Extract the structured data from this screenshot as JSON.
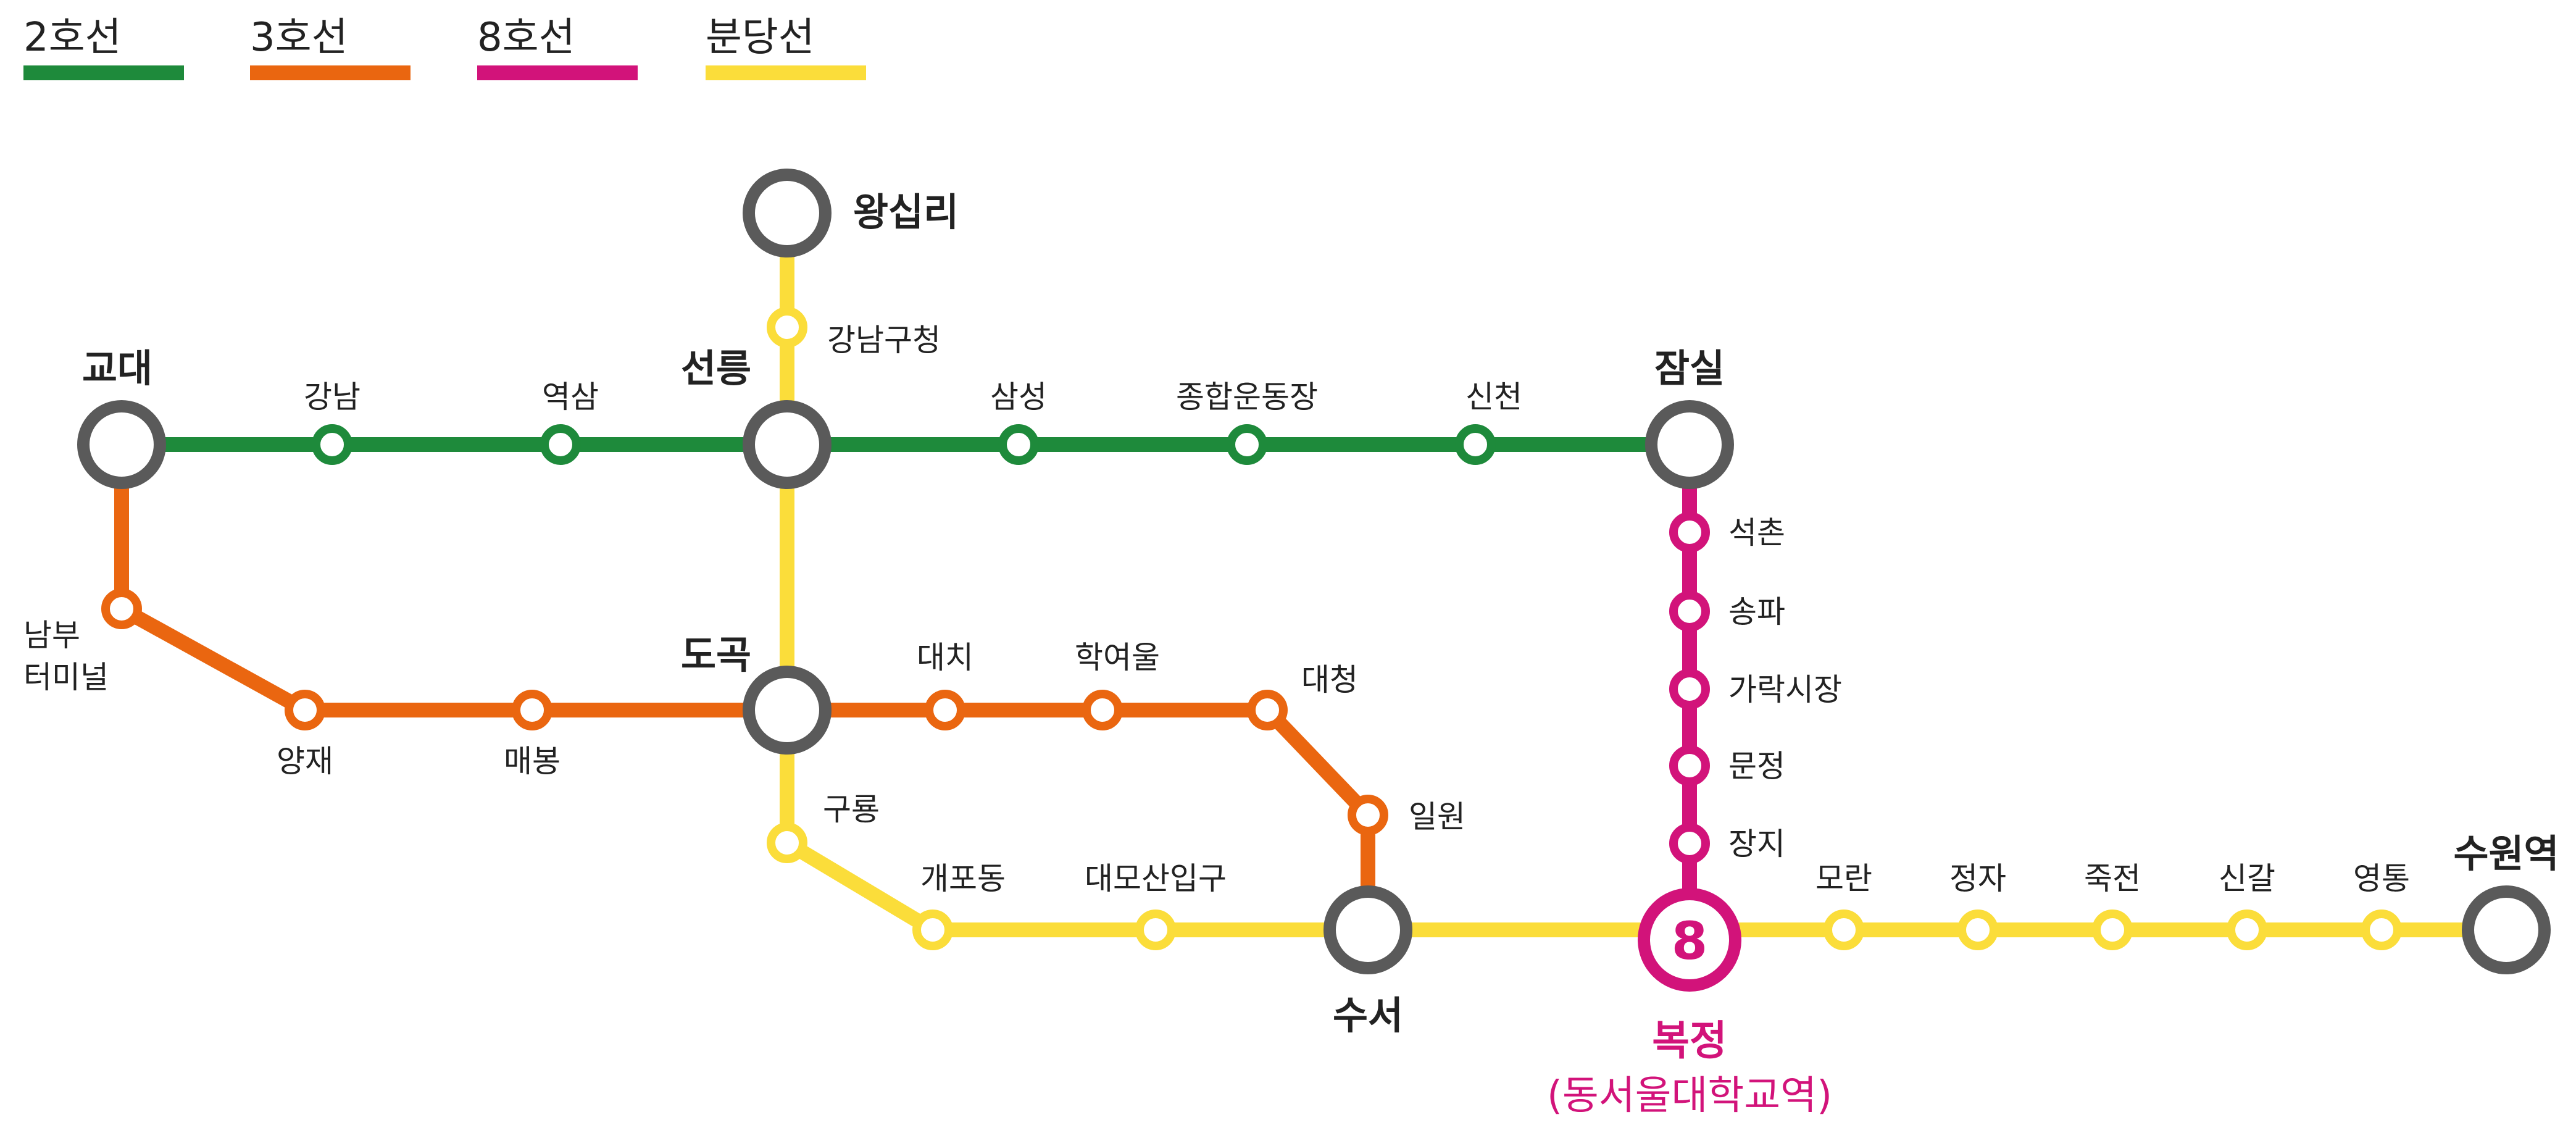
{
  "legend": [
    {
      "label": "2호선",
      "color": "#1e8a3b"
    },
    {
      "label": "3호선",
      "color": "#ea6610"
    },
    {
      "label": "8호선",
      "color": "#d2137a"
    },
    {
      "label": "분당선",
      "color": "#fbdd3a"
    }
  ],
  "colors": {
    "line2": "#1e8a3b",
    "line3": "#ea6610",
    "line8": "#d2137a",
    "bundang": "#fbdd3a",
    "transfer": "#5a5a5a"
  },
  "stations": {
    "wangsimni": "왕십리",
    "gangnamgu": "강남구청",
    "gyodae": "교대",
    "gangnam": "강남",
    "yeoksam": "역삼",
    "seolleung": "선릉",
    "samseong": "삼성",
    "sports": "종합운동장",
    "sincheon": "신천",
    "jamsil": "잠실",
    "nambu": "남부\n터미널",
    "nambu_l1": "남부",
    "nambu_l2": "터미널",
    "yangjae": "양재",
    "maebong": "매봉",
    "dogok": "도곡",
    "daechi": "대치",
    "hagyeoul": "학여울",
    "daecheong": "대청",
    "irwon": "일원",
    "guryong": "구룡",
    "gaepo": "개포동",
    "daemosan": "대모산입구",
    "suseo": "수서",
    "seokchon": "석촌",
    "songpa": "송파",
    "garak": "가락시장",
    "munjeong": "문정",
    "jangji": "장지",
    "bokjeong": "복정",
    "bokjeong_sub": "(동서울대학교역)",
    "moran": "모란",
    "jeongja": "정자",
    "jukjeon": "죽전",
    "singal": "신갈",
    "yeongtong": "영통",
    "suwon": "수원역"
  },
  "bokjeong_badge": "8"
}
